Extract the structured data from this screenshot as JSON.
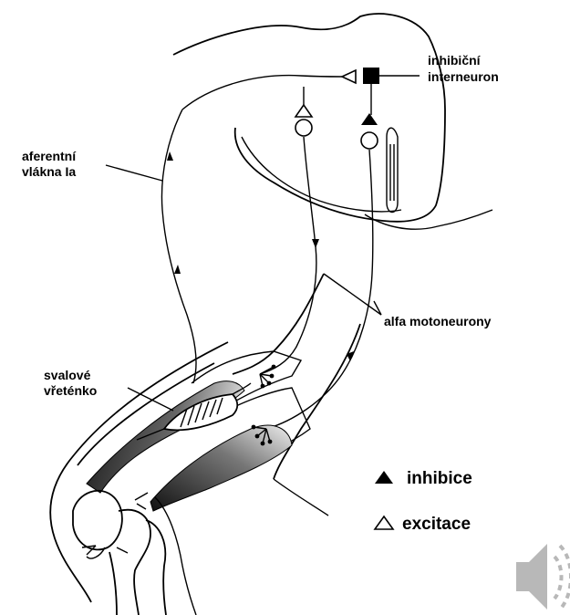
{
  "labels": {
    "inhibitory_interneuron_line1": "inhibiční",
    "inhibitory_interneuron_line2": "interneuron",
    "afferent_line1": "aferentní",
    "afferent_line2": "vlákna Ia",
    "alpha_motoneurons": "alfa motoneurony",
    "muscle_spindle_line1": "svalové",
    "muscle_spindle_line2": "vřeténko"
  },
  "legend": {
    "inhibition": {
      "symbol": "filled-triangle-icon",
      "label": "inhibice"
    },
    "excitation": {
      "symbol": "open-triangle-icon",
      "label": "excitace"
    }
  },
  "controls": {
    "speaker_icon": "speaker-icon"
  },
  "colors": {
    "line": "#000000",
    "background": "#ffffff",
    "speaker": "#b8b8b8"
  }
}
